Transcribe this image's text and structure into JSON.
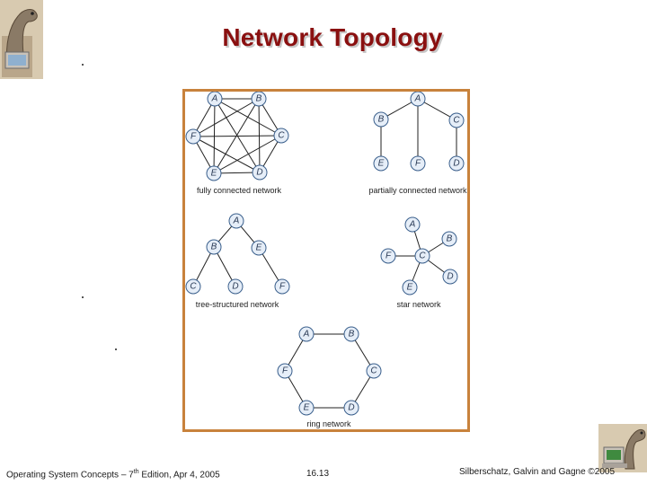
{
  "slide": {
    "title": "Network Topology"
  },
  "diagrams": [
    {
      "caption": "fully connected network",
      "nodes": [
        "A",
        "B",
        "C",
        "D",
        "E",
        "F"
      ],
      "edges": [
        [
          "A",
          "B"
        ],
        [
          "A",
          "C"
        ],
        [
          "A",
          "D"
        ],
        [
          "A",
          "E"
        ],
        [
          "A",
          "F"
        ],
        [
          "B",
          "C"
        ],
        [
          "B",
          "D"
        ],
        [
          "B",
          "E"
        ],
        [
          "B",
          "F"
        ],
        [
          "C",
          "D"
        ],
        [
          "C",
          "E"
        ],
        [
          "C",
          "F"
        ],
        [
          "D",
          "E"
        ],
        [
          "D",
          "F"
        ],
        [
          "E",
          "F"
        ]
      ]
    },
    {
      "caption": "partially connected network",
      "nodes": [
        "A",
        "B",
        "C",
        "D",
        "E",
        "F"
      ],
      "edges": [
        [
          "A",
          "B"
        ],
        [
          "A",
          "C"
        ],
        [
          "A",
          "F"
        ],
        [
          "B",
          "E"
        ],
        [
          "C",
          "D"
        ]
      ]
    },
    {
      "caption": "tree-structured network",
      "nodes": [
        "A",
        "B",
        "E",
        "C",
        "D",
        "F"
      ],
      "edges": [
        [
          "A",
          "B"
        ],
        [
          "A",
          "E"
        ],
        [
          "B",
          "C"
        ],
        [
          "B",
          "D"
        ],
        [
          "E",
          "F"
        ]
      ]
    },
    {
      "caption": "star network",
      "nodes": [
        "A",
        "B",
        "C",
        "D",
        "E",
        "F"
      ],
      "edges": [
        [
          "C",
          "A"
        ],
        [
          "C",
          "B"
        ],
        [
          "C",
          "D"
        ],
        [
          "C",
          "E"
        ],
        [
          "C",
          "F"
        ]
      ]
    },
    {
      "caption": "ring network",
      "nodes": [
        "A",
        "B",
        "C",
        "D",
        "E",
        "F"
      ],
      "edges": [
        [
          "A",
          "B"
        ],
        [
          "B",
          "C"
        ],
        [
          "C",
          "D"
        ],
        [
          "D",
          "E"
        ],
        [
          "E",
          "F"
        ],
        [
          "F",
          "A"
        ]
      ]
    }
  ],
  "footer": {
    "left_prefix": "Operating System Concepts – 7",
    "left_sup": "th",
    "left_suffix": " Edition, Apr 4, 2005",
    "center": "16.13",
    "right": "Silberschatz, Galvin and Gagne ©2005"
  },
  "colors": {
    "title": "#8a1010",
    "figure_border": "#c8823c",
    "node_fill": "#e6eef8",
    "node_stroke": "#3a5f8c"
  },
  "icons": [
    "dinosaur-logo-icon",
    "dinosaur-computer-icon"
  ]
}
